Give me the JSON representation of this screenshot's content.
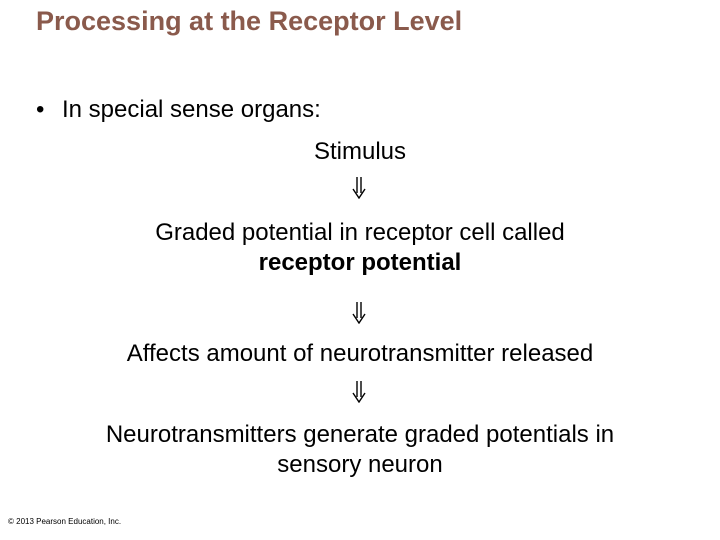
{
  "title": "Processing at the Receptor Level",
  "bullet": "In special sense organs:",
  "flow": {
    "stimulus": "Stimulus",
    "graded_line1": "Graded potential in receptor cell called",
    "graded_line2": "receptor potential",
    "affects": "Affects amount of neurotransmitter released",
    "neuro_line1": "Neurotransmitters generate graded potentials in",
    "neuro_line2": "sensory neuron"
  },
  "arrow_icon": "double-arrow-down",
  "copyright": "© 2013 Pearson Education, Inc.",
  "colors": {
    "title": "#8a5a4c",
    "text": "#000000"
  }
}
